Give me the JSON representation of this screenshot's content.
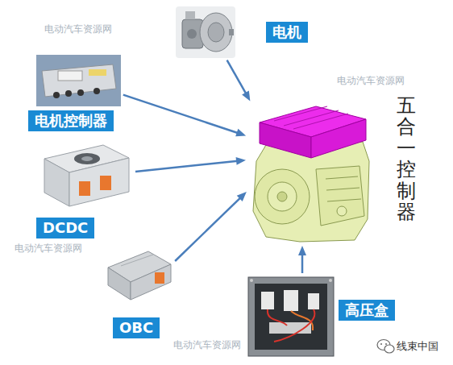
{
  "diagram": {
    "nodes": [
      {
        "text": [
          "电机"
        ]
      },
      {
        "text": [
          "电机控制器"
        ]
      },
      {
        "text": [
          "DCDC"
        ]
      },
      {
        "text": [
          "OBC"
        ]
      },
      {
        "text": [
          "高压盒"
        ]
      },
      {
        "text": [
          "五合一控制器"
        ]
      }
    ],
    "edges": [
      {
        "from": 0,
        "to": 5,
        "arrow": "to"
      },
      {
        "from": 1,
        "to": 5,
        "arrow": "to"
      },
      {
        "from": 2,
        "to": 5,
        "arrow": "to"
      },
      {
        "from": 3,
        "to": 5,
        "arrow": "to"
      },
      {
        "from": 4,
        "to": 5,
        "arrow": "to"
      }
    ],
    "labels": [
      "电动汽车资源网",
      "电动汽车资源网",
      "电动汽车资源网",
      "电动汽车资源网",
      "线束中国"
    ]
  }
}
